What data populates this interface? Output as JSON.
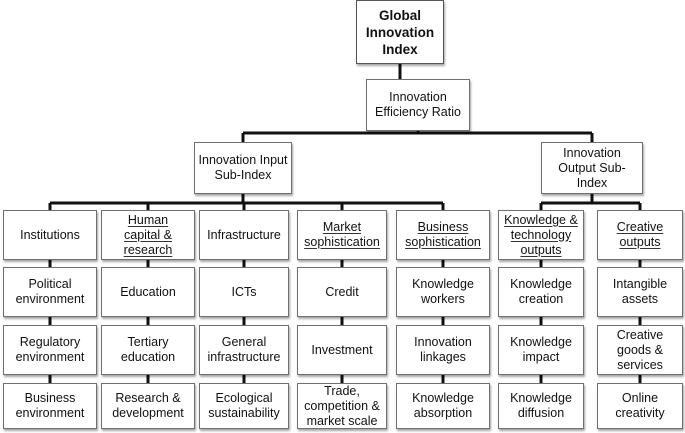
{
  "root": "Global Innovation\nIndex",
  "ratio": "Innovation\nEfficiency Ratio",
  "input_index": "Innovation Input\nSub-Index",
  "output_index": "Innovation\nOutput Sub-\nIndex",
  "pillars": [
    {
      "title": "Institutions",
      "items": [
        "Political\nenvironment",
        "Regulatory\nenvironment",
        "Business\nenvironment"
      ]
    },
    {
      "title": "Human\ncapital &\nresearch",
      "items": [
        "Education",
        "Tertiary\neducation",
        "Research &\ndevelopment"
      ]
    },
    {
      "title": "Infrastructure",
      "items": [
        "ICTs",
        "General\ninfrastructure",
        "Ecological\nsustainability"
      ]
    },
    {
      "title": "Market\nsophistication",
      "items": [
        "Credit",
        "Investment",
        "Trade,\ncompetition &\nmarket scale"
      ]
    },
    {
      "title": "Business\nsophistication",
      "items": [
        "Knowledge\nworkers",
        "Innovation\nlinkages",
        "Knowledge\nabsorption"
      ]
    },
    {
      "title": "Knowledge &\ntechnology\noutputs",
      "items": [
        "Knowledge\ncreation",
        "Knowledge\nimpact",
        "Knowledge\ndiffusion"
      ]
    },
    {
      "title": "Creative\noutputs",
      "items": [
        "Intangible\nassets",
        "Creative\ngoods &\nservices",
        "Online\ncreativity"
      ]
    }
  ]
}
